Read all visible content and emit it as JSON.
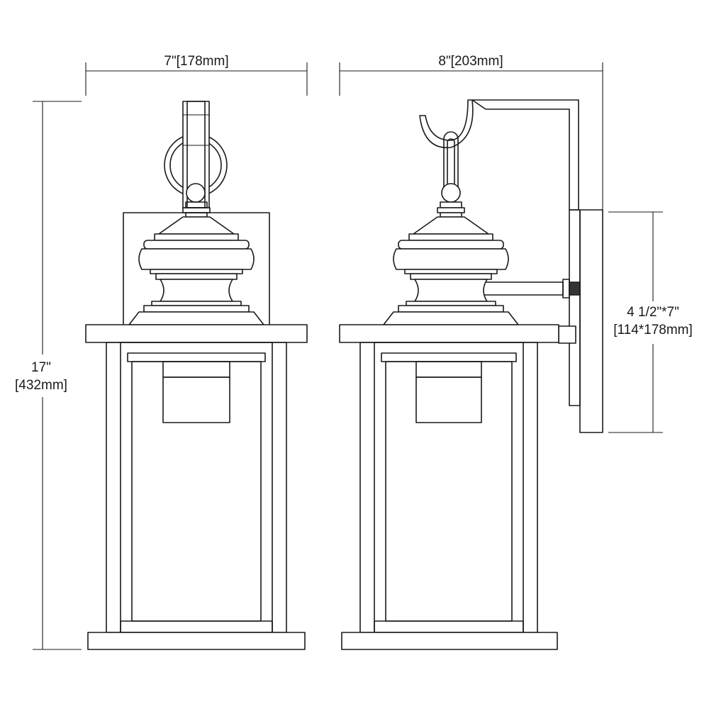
{
  "dimensions": {
    "front_width": "7\"[178mm]",
    "side_depth": "8\"[203mm]",
    "height_in": "17\"",
    "height_mm": "[432mm]",
    "backplate_in": "4 1/2\"*7\"",
    "backplate_mm": "[114*178mm]"
  },
  "colors": {
    "line": "#1a1a1a",
    "background": "#ffffff"
  }
}
